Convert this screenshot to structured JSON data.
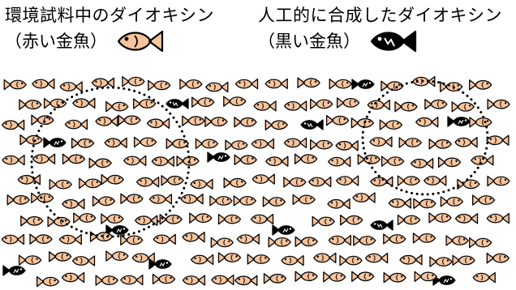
{
  "legend": {
    "sample": {
      "title": "環境試料中のダイオキシン",
      "subtitle": "（赤い金魚）"
    },
    "synthetic": {
      "title": "人工的に合成したダイオキシン",
      "subtitle": "（黒い金魚）"
    }
  },
  "colors": {
    "orange_fish": "#f7c49c",
    "black_fish": "#000000",
    "outline": "#000000",
    "circle": "#000000"
  },
  "icons": {
    "orange_fish": "orange-fish-icon",
    "black_fish": "black-fish-icon"
  }
}
